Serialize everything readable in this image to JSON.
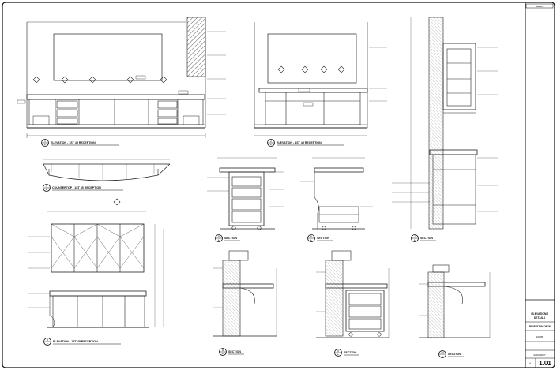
{
  "drawings": {
    "elev1": {
      "num": "1",
      "ref": "A-",
      "title": "ELEVATION - 1ST 45 RECEPTION"
    },
    "elev2": {
      "num": "2",
      "ref": "A-",
      "title": "ELEVATION - 1ST 45 RECEPTION"
    },
    "elev3": {
      "num": "4",
      "ref": "A-",
      "title": "COUNTERTOP - 1ST 45 RECEPTION"
    },
    "elev4": {
      "num": "3",
      "ref": "A-",
      "title": "ELEVATION - 1ST 45 RECEPTION"
    },
    "sec1": {
      "num": "5",
      "ref": "A-",
      "title": "SECTION"
    },
    "sec2": {
      "num": "6",
      "ref": "A-",
      "title": "SECTION"
    },
    "sec3": {
      "num": "7",
      "ref": "A-",
      "title": "SECTION"
    },
    "sec4": {
      "num": "8",
      "ref": "A-",
      "title": "SECTION"
    },
    "sec5": {
      "num": "9",
      "ref": "A-",
      "title": "SECTION"
    },
    "sec6": {
      "num": "10",
      "ref": "A-",
      "title": "SECTION"
    }
  },
  "titleblock": {
    "top_label": "SHEET",
    "sheet_title_1": "ELEVATIONS",
    "sheet_title_2": "DETAILS",
    "project": "RECEPTION DESK",
    "job": "10635",
    "date": "02/02/2017",
    "sheet_label": "A",
    "sheet_number": "1.01"
  }
}
